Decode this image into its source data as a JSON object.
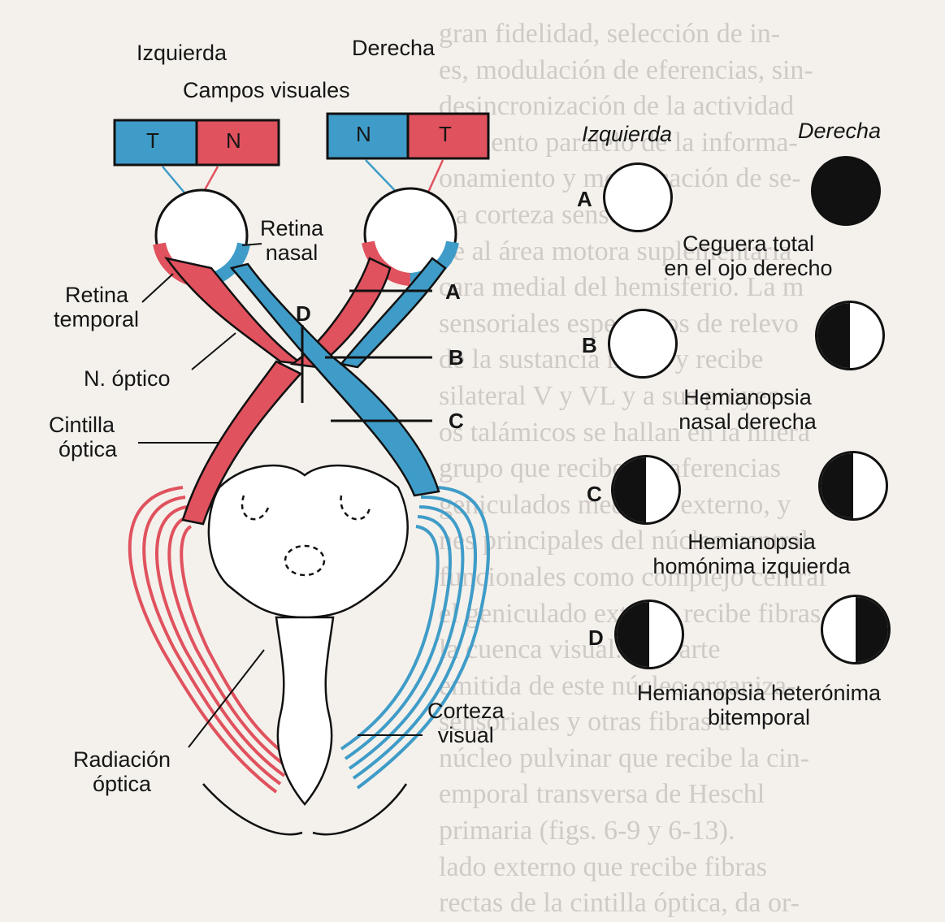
{
  "background_lines": [
    "gran fidelidad, selección de in-",
    "es, modulación de eferencias, sin-",
    "desincronización de la actividad",
    "samiento paralelo de la informa-",
    "onamiento y modificación de se-",
    "La corteza sensorial",
    "ge al área motora suplementaria",
    "cara medial del hemisferio. La m",
    "sensoriales específicos de relevo",
    "de la sustancia negra y recibe",
    "silateral V y VL y a sus proyec-",
    "os talámicos se hallan en la hilera",
    "grupo que recibe las aferencias",
    "geniculados medial y externo, y",
    "nes principales del núcleo ventral",
    "funcionales como complejo central",
    "el geniculado externo recibe fibras",
    "la cuenca visual. La parte",
    "emitida de este núcleo organiza-",
    "sensoriales y otras fibras a",
    "núcleo pulvinar que recibe la cin-",
    "emporal transversa de Heschl",
    "primaria (figs. 6-9 y 6-13).",
    "lado externo que recibe fibras",
    "rectas de la cintilla óptica, da or-"
  ],
  "diagram": {
    "title": "Campos visuales",
    "eye_left_label": "Izquierda",
    "eye_right_label": "Derecha",
    "field_left": [
      "T",
      "N"
    ],
    "field_right": [
      "N",
      "T"
    ],
    "labels": {
      "retina_nasal": [
        "Retina",
        "nasal"
      ],
      "retina_temporal": [
        "Retina",
        "temporal"
      ],
      "nervio_optico": "N. óptico",
      "cintilla_optica": [
        "Cintilla",
        "óptica"
      ],
      "radiacion_optica": [
        "Radiación",
        "óptica"
      ],
      "corteza_visual": [
        "Corteza",
        "visual"
      ]
    },
    "lesion_markers": [
      "A",
      "B",
      "C",
      "D"
    ]
  },
  "fields": {
    "header_left": "Izquierda",
    "header_right": "Derecha",
    "rows": [
      {
        "letter": "A",
        "left": "normal",
        "right": "full",
        "caption": [
          "Ceguera total",
          "en el ojo derecho"
        ]
      },
      {
        "letter": "B",
        "left": "normal",
        "right": "left-black",
        "caption": [
          "Hemianopsia",
          "nasal derecha"
        ]
      },
      {
        "letter": "C",
        "left": "left-black",
        "right": "left-black",
        "caption": [
          "Hemianopsia",
          "homónima izquierda"
        ]
      },
      {
        "letter": "D",
        "left": "left-black",
        "right": "right-black",
        "caption": [
          "Hemianopsia heterónima",
          "bitemporal"
        ]
      }
    ]
  },
  "colors": {
    "nasal_blue": "#3f9cc8",
    "temporal_red": "#e0525e",
    "ink": "#161616"
  }
}
